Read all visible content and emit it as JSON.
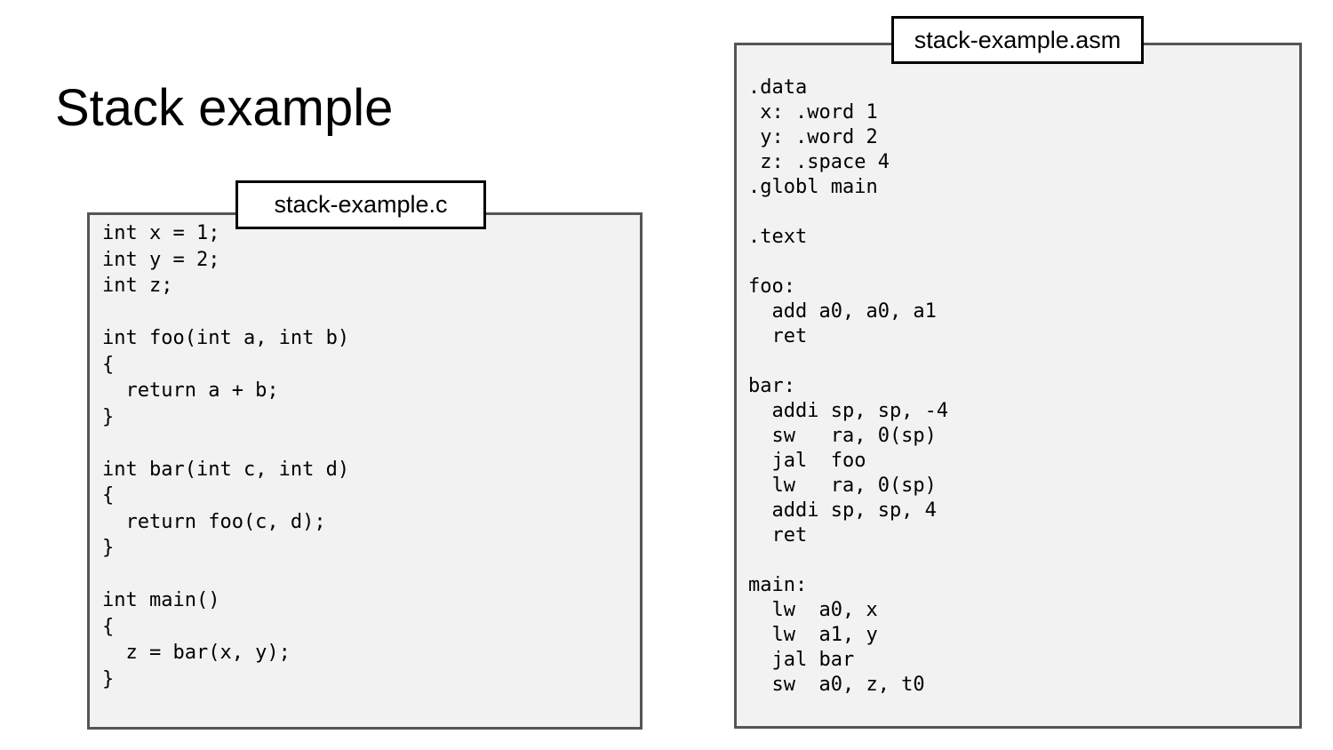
{
  "slide": {
    "title": "Stack example"
  },
  "c_panel": {
    "label": "stack-example.c",
    "code_lines": [
      "int x = 1;",
      "int y = 2;",
      "int z;",
      "",
      "int foo(int a, int b)",
      "{",
      "  return a + b;",
      "}",
      "",
      "int bar(int c, int d)",
      "{",
      "  return foo(c, d);",
      "}",
      "",
      "int main()",
      "{",
      "  z = bar(x, y);",
      "}"
    ]
  },
  "asm_panel": {
    "label": "stack-example.asm",
    "code_lines": [
      ".data",
      " x: .word 1",
      " y: .word 2",
      " z: .space 4",
      ".globl main",
      "",
      ".text",
      "",
      "foo:",
      "  add a0, a0, a1",
      "  ret",
      "",
      "bar:",
      "  addi sp, sp, -4",
      "  sw   ra, 0(sp)",
      "  jal  foo",
      "  lw   ra, 0(sp)",
      "  addi sp, sp, 4",
      "  ret",
      "",
      "main:",
      "  lw  a0, x",
      "  lw  a1, y",
      "  jal bar",
      "  sw  a0, z, t0"
    ]
  },
  "colors": {
    "box_fill": "#f2f2f2",
    "box_border": "#555555",
    "label_fill": "#ffffff",
    "label_border": "#000000",
    "text": "#000000",
    "background": "#ffffff"
  }
}
